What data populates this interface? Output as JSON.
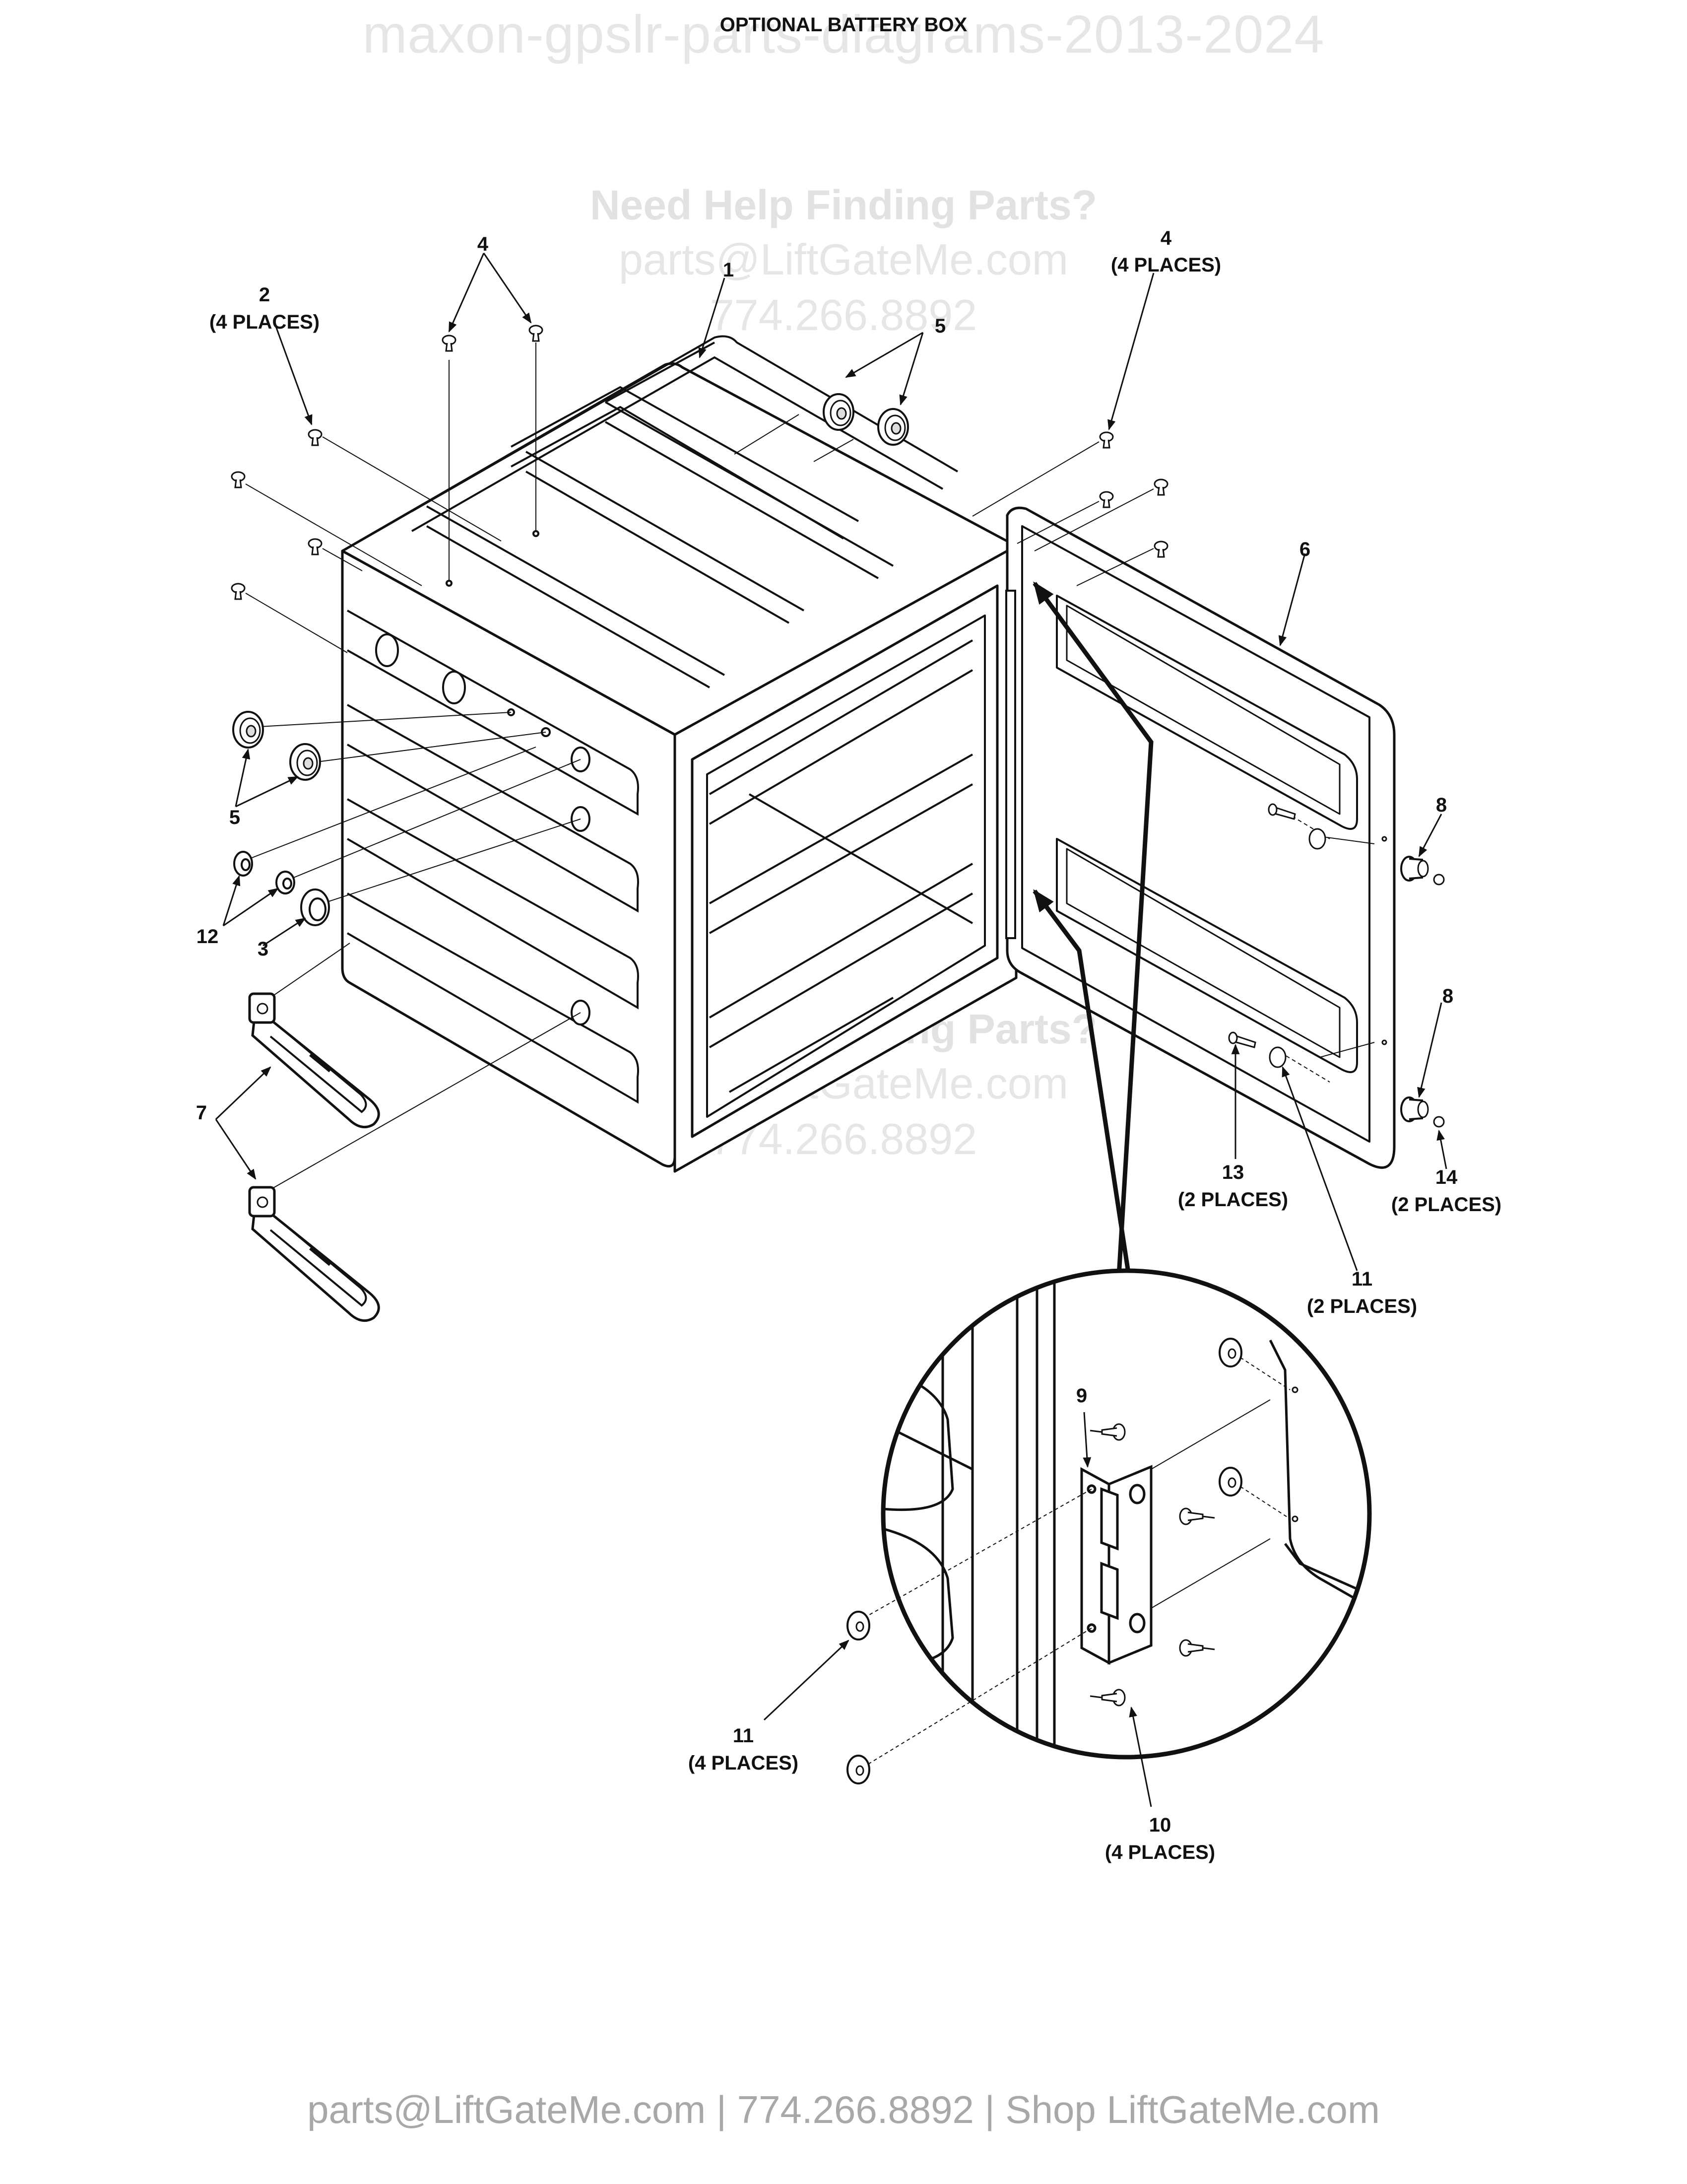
{
  "title": "OPTIONAL BATTERY BOX",
  "watermarks": {
    "top": "maxon-gpslr-parts-diagrams-2013-2024",
    "help": "Need Help Finding Parts?",
    "email": "parts@LiftGateMe.com",
    "phone": "774.266.8892"
  },
  "footer": "parts@LiftGateMe.com | 774.266.8892 | Shop LiftGateMe.com",
  "callouts": {
    "c1": "1",
    "c2_num": "2",
    "c2_qty": "(4 PLACES)",
    "c3": "3",
    "c4_left": "4",
    "c4_right_num": "4",
    "c4_right_qty": "(4 PLACES)",
    "c5_top": "5",
    "c5_left": "5",
    "c6": "6",
    "c7": "7",
    "c8_top": "8",
    "c8_bottom": "8",
    "c9": "9",
    "c10_num": "10",
    "c10_qty": "(4 PLACES)",
    "c11_door_num": "11",
    "c11_door_qty": "(2 PLACES)",
    "c11_detail_num": "11",
    "c11_detail_qty": "(4 PLACES)",
    "c12": "12",
    "c13_num": "13",
    "c13_qty": "(2 PLACES)",
    "c14_num": "14",
    "c14_qty": "(2 PLACES)"
  }
}
